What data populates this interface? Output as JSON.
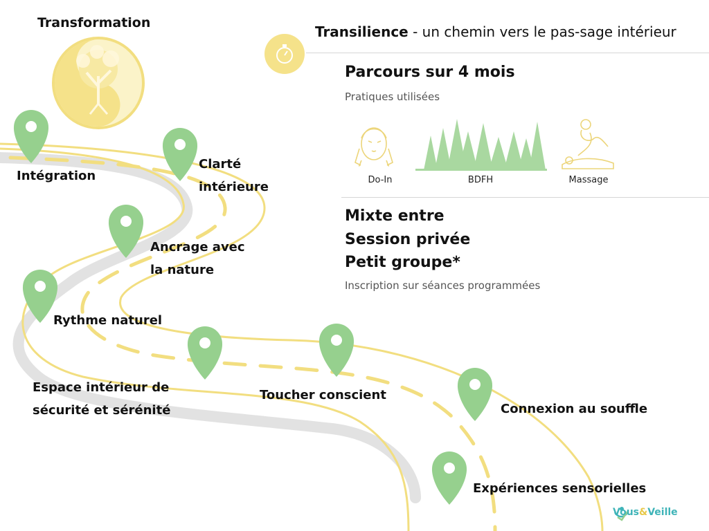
{
  "header": {
    "title_bold": "Transilience",
    "title_rest": " - un chemin vers le pas-sage intérieur"
  },
  "parcours": {
    "title": "Parcours sur 4 mois",
    "practices_label": "Pratiques utilisées",
    "practices": [
      "Do-In",
      "BDFH",
      "Massage"
    ]
  },
  "format": {
    "lines": [
      "Mixte entre",
      "Session privée",
      "Petit groupe*"
    ],
    "note": "Inscription sur séances programmées"
  },
  "transformation": {
    "title": "Transformation"
  },
  "steps": {
    "integration": "Intégration",
    "clarte": [
      "Clarté",
      "intérieure"
    ],
    "ancrage": [
      "Ancrage avec",
      "la nature"
    ],
    "rythme": "Rythme naturel",
    "espace": [
      "Espace intérieur de",
      "sécurité et sérénité"
    ],
    "toucher": "Toucher conscient",
    "connexion": "Connexion au souffle",
    "experiences": "Expériences sensorielles"
  },
  "brand": {
    "name_part1": "Vous",
    "amp": "&",
    "name_part2": "Veille"
  },
  "colors": {
    "pin": "#96d08e",
    "road_edge": "#f2de80",
    "road_shadow": "#dcdcdc",
    "accent_yellow": "#f5e28a",
    "brand": "#3fb4b8"
  },
  "icons": {
    "timer": "stopwatch-icon",
    "pin": "map-pin-icon",
    "yin_yang": "yin-yang-tree-icon",
    "do_in": "face-massage-icon",
    "bdfh": "forest-trees-icon",
    "massage": "back-massage-icon"
  }
}
